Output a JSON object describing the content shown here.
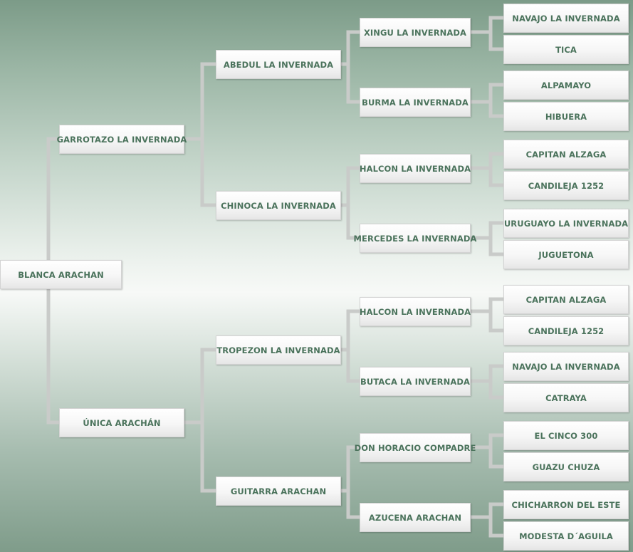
{
  "root": "BLANCA ARACHAN",
  "parents": {
    "sire": "GARROTAZO LA INVERNADA",
    "dam": "ÚNICA ARACHÁN"
  },
  "grandparents": {
    "sire_sire": "ABEDUL LA INVERNADA",
    "sire_dam": "CHINOCA LA INVERNADA",
    "dam_sire": "TROPEZON LA INVERNADA",
    "dam_dam": "GUITARRA ARACHAN"
  },
  "great_grandparents": [
    "XINGU LA INVERNADA",
    "BURMA LA INVERNADA",
    "HALCON LA INVERNADA",
    "MERCEDES LA INVERNADA",
    "HALCON LA INVERNADA",
    "BUTACA LA INVERNADA",
    "DON HORACIO COMPADRE",
    "AZUCENA ARACHAN"
  ],
  "great_great_grandparents": [
    "NAVAJO LA INVERNADA",
    "TICA",
    "ALPAMAYO",
    "HIBUERA",
    "CAPITAN ALZAGA",
    "CANDILEJA 1252",
    "URUGUAYO LA INVERNADA",
    "JUGUETONA",
    "CAPITAN ALZAGA",
    "CANDILEJA 1252",
    "NAVAJO LA INVERNADA",
    "CATRAYA",
    "EL CINCO 300",
    "GUAZU CHUZA",
    "CHICHARRON DEL ESTE",
    "MODESTA D´AGUILA"
  ],
  "colors": {
    "text": "#4b735c",
    "connector": "#c9cbc9"
  }
}
